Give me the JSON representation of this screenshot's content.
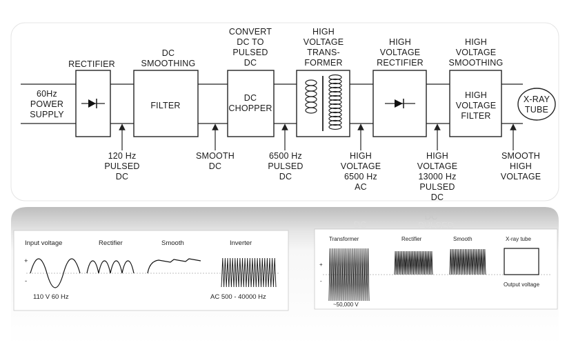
{
  "top_diagram": {
    "input_label": [
      "60Hz",
      "POWER",
      "SUPPLY"
    ],
    "blocks": [
      {
        "header": [
          "RECTIFIER"
        ],
        "body": [],
        "icon": "diode-icon"
      },
      {
        "header": [
          "DC",
          "SMOOTHING"
        ],
        "body": [
          "FILTER"
        ],
        "icon": ""
      },
      {
        "header": [
          "CONVERT",
          "DC TO",
          "PULSED",
          "DC"
        ],
        "body": [
          "DC",
          "CHOPPER"
        ],
        "icon": ""
      },
      {
        "header": [
          "HIGH",
          "VOLTAGE",
          "TRANS-",
          "FORMER"
        ],
        "body": [],
        "icon": "transformer-coil-icon"
      },
      {
        "header": [
          "HIGH",
          "VOLTAGE",
          "RECTIFIER"
        ],
        "body": [],
        "icon": "diode-icon"
      },
      {
        "header": [
          "HIGH",
          "VOLTAGE",
          "SMOOTHING"
        ],
        "body": [
          "HIGH",
          "VOLTAGE",
          "FILTER"
        ],
        "icon": ""
      }
    ],
    "tube_label": [
      "X-RAY",
      "TUBE"
    ],
    "arrow_labels": [
      [
        "120 Hz",
        "PULSED",
        "DC"
      ],
      [
        "SMOOTH",
        "DC"
      ],
      [
        "6500 Hz",
        "PULSED",
        "DC"
      ],
      [
        "HIGH",
        "VOLTAGE",
        "6500 Hz",
        "AC"
      ],
      [
        "HIGH",
        "VOLTAGE",
        "13000 Hz",
        "PULSED",
        "DC"
      ],
      [
        "SMOOTH",
        "HIGH",
        "VOLTAGE"
      ]
    ]
  },
  "bottom_left": {
    "titles": [
      "Input voltage",
      "Rectifier",
      "Smooth",
      "Inverter"
    ],
    "plus": "+",
    "minus": "-",
    "input_caption": "110 V  60 Hz",
    "inverter_caption": "AC  500 - 40000 Hz"
  },
  "bottom_right": {
    "titles": [
      "Transformer",
      "Rectifier",
      "Smooth",
      "X-ray tube"
    ],
    "plus": "+",
    "minus": "-",
    "transformer_caption": "~50,000 V",
    "output_caption": "Output voltage",
    "ghost_text": [
      "DC",
      "PULSED",
      "DC"
    ]
  }
}
